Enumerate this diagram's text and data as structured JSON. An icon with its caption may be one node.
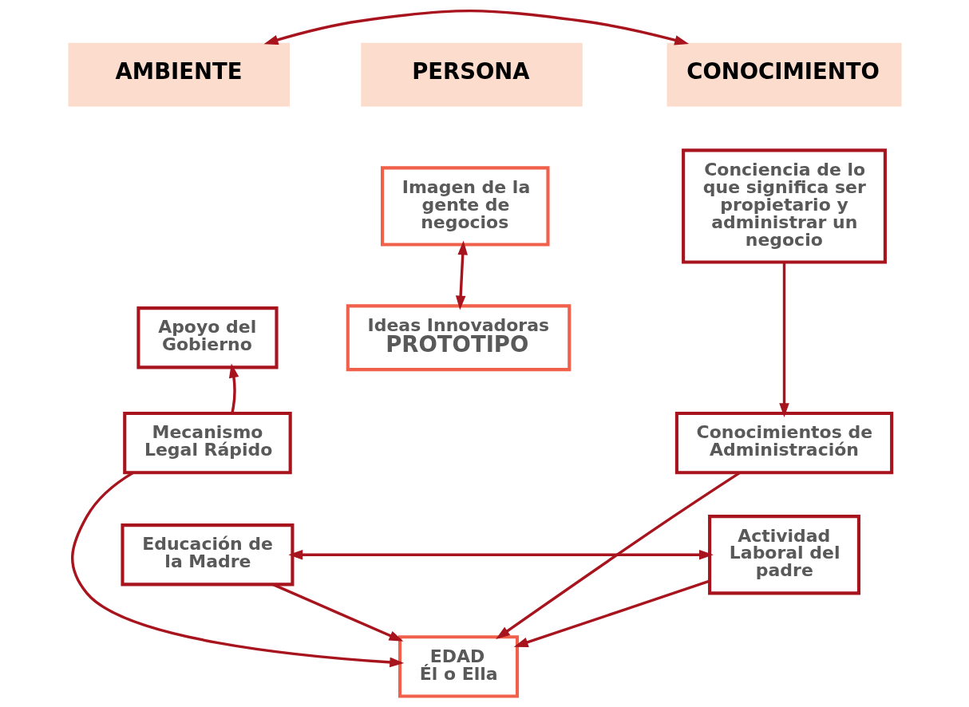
{
  "diagram": {
    "nodes": [
      {
        "text": [
          "AMBIENTE"
        ]
      },
      {
        "text": [
          "PERSONA"
        ]
      },
      {
        "text": [
          "CONOCIMIENTO"
        ]
      },
      {
        "text": [
          "Imagen de la gente de negocios"
        ]
      },
      {
        "text": [
          "Conciencia de lo que significa ser propietario y administrar un negocio"
        ]
      },
      {
        "text": [
          "Apoyo del Gobierno"
        ]
      },
      {
        "text": [
          "Ideas Innovadoras",
          "PROTOTIPO"
        ]
      },
      {
        "text": [
          "Mecanismo Legal Rápido"
        ]
      },
      {
        "text": [
          "Conocimientos de Administración"
        ]
      },
      {
        "text": [
          "EDAD",
          "Él o Ella"
        ]
      },
      {
        "text": [
          "Educación de la Madre"
        ]
      },
      {
        "text": [
          "Actividad Laboral del padre"
        ]
      }
    ],
    "edges": [
      {
        "from": 0,
        "to": 2,
        "arrow": "both"
      },
      {
        "from": 3,
        "to": 6,
        "arrow": "both"
      },
      {
        "from": 7,
        "to": 5,
        "arrow": "to"
      },
      {
        "from": 4,
        "to": 8,
        "arrow": "to"
      },
      {
        "from": 7,
        "to": 9,
        "arrow": "to"
      },
      {
        "from": 8,
        "to": 9,
        "arrow": "to"
      },
      {
        "from": 10,
        "to": 9,
        "arrow": "to"
      },
      {
        "from": 11,
        "to": 9,
        "arrow": "to"
      },
      {
        "from": 10,
        "to": 11,
        "arrow": "both"
      }
    ]
  }
}
